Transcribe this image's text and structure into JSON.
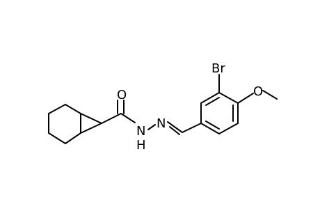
{
  "molecule": {
    "atom_labels": {
      "carbonyl_oxygen": "O",
      "amide_nh": "N",
      "amide_h": "H",
      "imine_n": "N",
      "bromine": "Br",
      "ether_oxygen": "O"
    },
    "colors": {
      "bond": "#000000",
      "label": "#000000",
      "background": "#ffffff"
    }
  }
}
